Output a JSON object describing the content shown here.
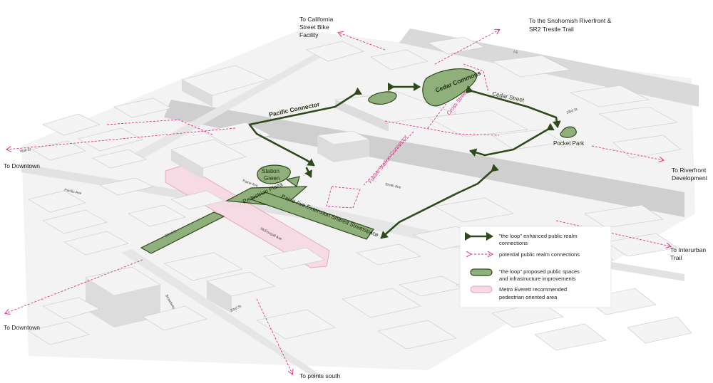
{
  "destinations": {
    "california_bike_line1": "To California",
    "california_bike_line2": "Street Bike",
    "california_bike_line3": "Facility",
    "snohomish_line1": "To the Snohomish Riverfront &",
    "snohomish_line2": "SR2 Trestle Trail",
    "downtown_west": "To Downtown",
    "downtown_southwest": "To Downtown",
    "riverfront_line1": "To Riverfront",
    "riverfront_line2": "Development",
    "interurban_line1": "To Interurban",
    "interurban_line2": "Trail",
    "points_south": "To points south"
  },
  "streets": {
    "wall_st": "Wall St",
    "pacific_ave": "Pacific Ave",
    "paine_ave": "Paine Ave",
    "smith_ave": "Smith Ave",
    "mcdougall_ave": "McDougall Ave",
    "broadway": "Broadway",
    "32nd_st": "32nd St",
    "33rd_st": "33rd St",
    "33rd_st_east": "33rd St",
    "i5": "I-5"
  },
  "loop_labels": {
    "pacific_connector": "Pacific Connector",
    "cedar_street": "Cedar Street",
    "cedar_commons": "Cedar Commons",
    "station_green_line1": "Station",
    "station_green_line2": "Green",
    "pedestrian_plaza": "Pedestrian Plaza",
    "paine_extension": "Paine Ave Extension Shared Streetspace",
    "pocket_park": "Pocket Park"
  },
  "connector_labels": {
    "cross_street": "Cross Street",
    "future_station_connector": "Future Station Connector"
  },
  "legend": {
    "enhanced_line1": "\"the loop\" enhanced public realm",
    "enhanced_line2": "connections",
    "potential": "potential public realm connections",
    "proposed_line1": "\"the loop\" proposed public spaces",
    "proposed_line2": "and infrastructure improvements",
    "metro_line1": "Metro Everett recommended",
    "metro_line2": "pedestrian oriented area"
  },
  "colors": {
    "loop_line": "#2f4a1a",
    "loop_fill": "#8fb07a",
    "potential_line": "#e0318a",
    "ped_area_fill": "#f7d9e4",
    "ped_area_stroke": "#e6a0b8"
  }
}
